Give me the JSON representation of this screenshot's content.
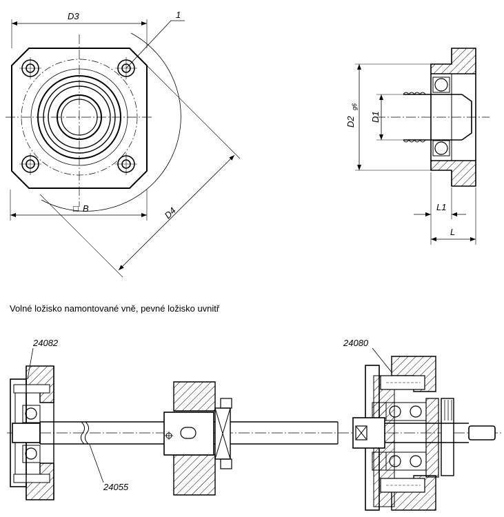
{
  "caption": "Volné ložisko namontované vně, pevné ložisko uvnitř",
  "labels": {
    "d3": "D3",
    "item1": "1",
    "square_symbol": "□",
    "b": "B",
    "d4": "D4",
    "d2": "D2",
    "d2_tol": "g6",
    "d1": "D1",
    "l1": "L1",
    "l": "L",
    "part_24082": "24082",
    "part_24080": "24080",
    "part_24055": "24055"
  },
  "colors": {
    "line": "#000000",
    "background": "#ffffff"
  }
}
